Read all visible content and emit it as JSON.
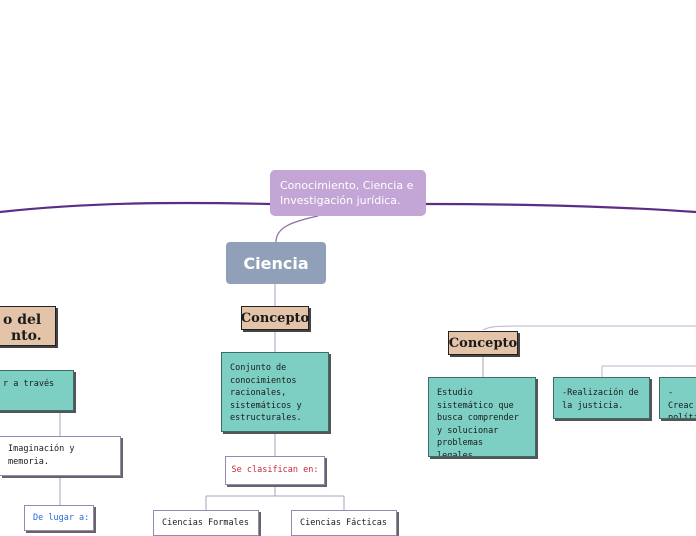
{
  "root": {
    "title": "Conocimiento, Ciencia e Investigación jurídica."
  },
  "ciencia": {
    "label": "Ciencia"
  },
  "left": {
    "tag_line1": "o del",
    "tag_line2": "nto.",
    "box1": "r a través",
    "box2": "Imaginación y memoria.",
    "box3": "De lugar a:"
  },
  "center": {
    "concepto": "Concepto",
    "definition": "Conjunto de conocimientos racionales, sistemáticos y estructurales.",
    "classify": "Se clasifican en:",
    "sub1": "Ciencias Formales",
    "sub2": "Ciencias Fácticas"
  },
  "right": {
    "concepto": "Concepto",
    "definition": "Estudio sistemático que busca comprender y solucionar problemas legales.",
    "item1": "-Realización de la justicia.",
    "item2": "-Creac polític"
  }
}
